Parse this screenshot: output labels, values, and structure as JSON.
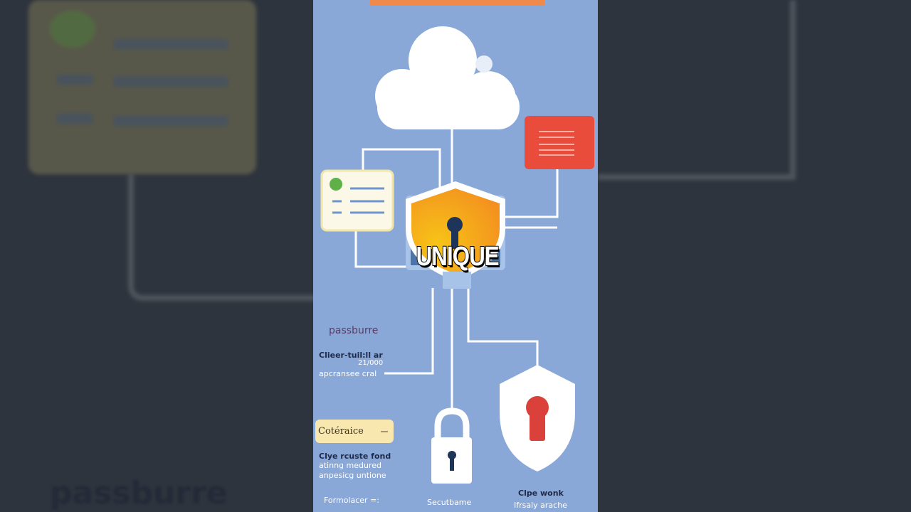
{
  "caption": "UNIQUE",
  "labels": {
    "passburre": "passburre",
    "left_block_1": [
      "Clieer-tuil:ll ar",
      "21/000",
      "apcransee cral"
    ],
    "note_box": "Cotéraice",
    "left_block_2": [
      "Clye rcuste fond",
      "atinng medured",
      "anpesicg untione"
    ],
    "bottom_left": "Formolacer =:",
    "bottom_center": "Secutbame",
    "bottom_right": [
      "Clpe wonk",
      "Ifrsaly arache"
    ]
  },
  "background_blurred_text": "passburre",
  "colors": {
    "panel": "#8aa8d7",
    "shield": "#f3a52a",
    "alert_card": "#ea4c3b",
    "accent_orange": "#f08a4b"
  }
}
